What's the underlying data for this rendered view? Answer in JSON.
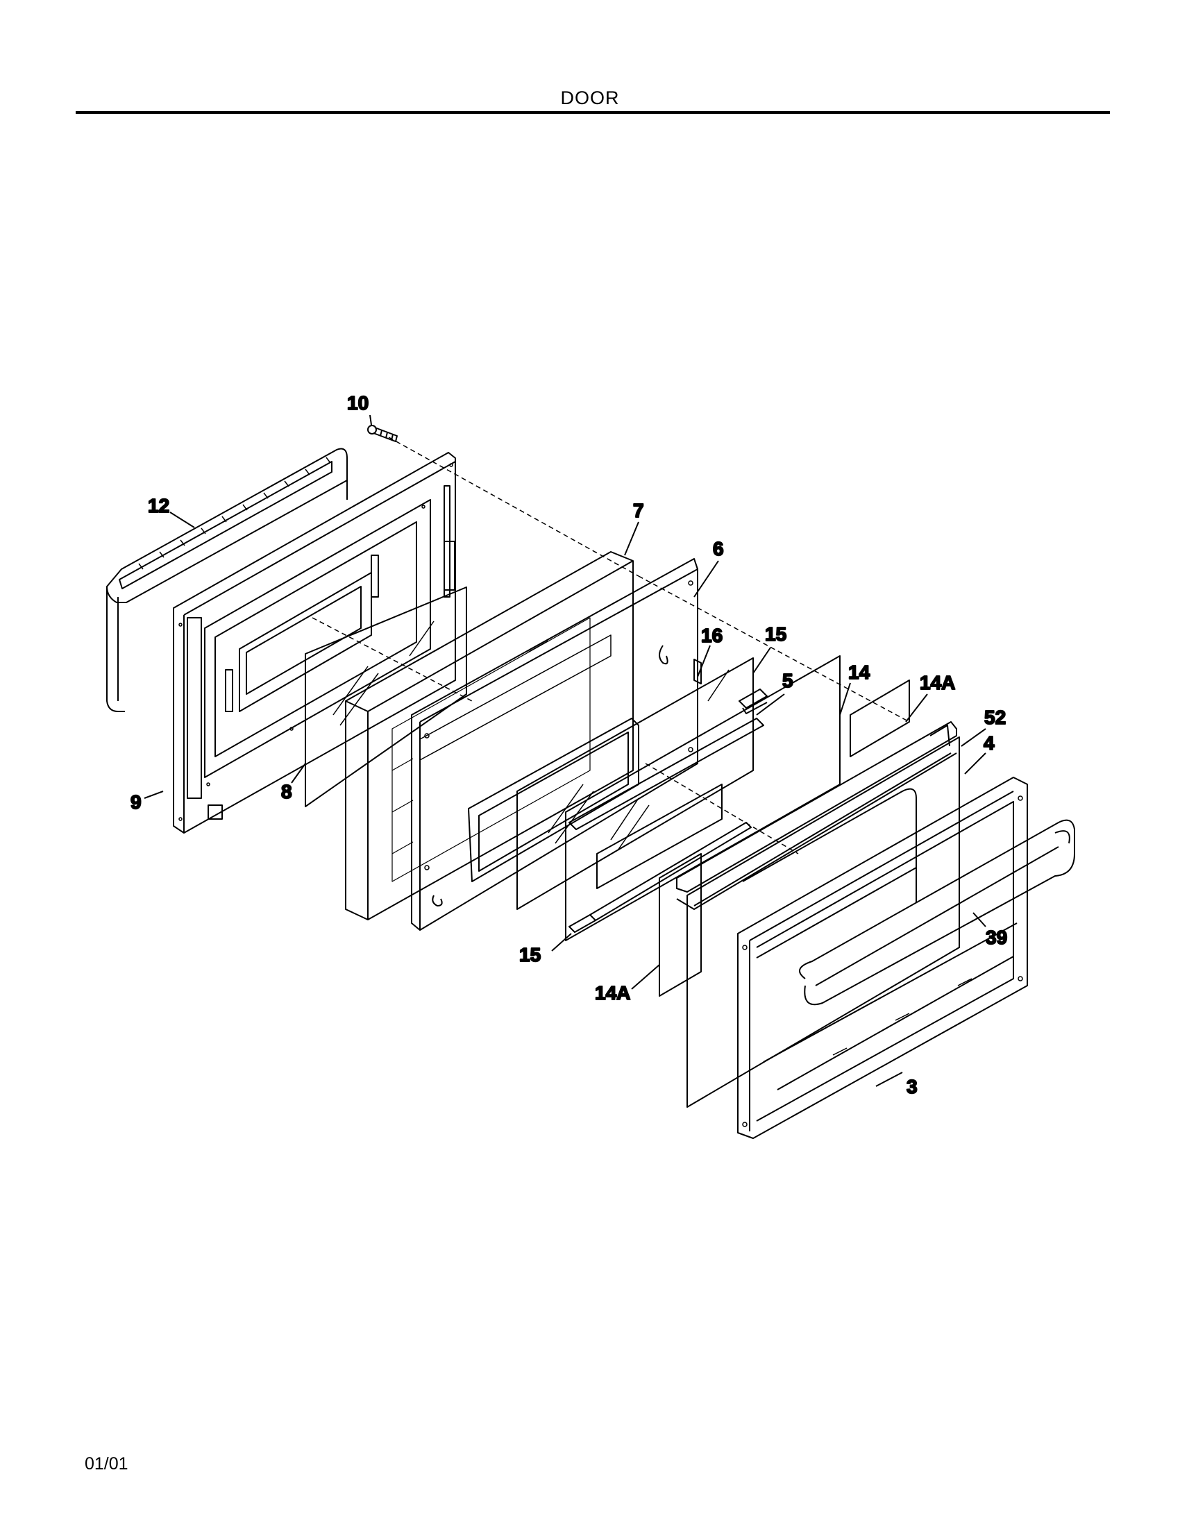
{
  "header": {
    "title": "DOOR"
  },
  "footer": {
    "date": "01/01"
  },
  "callouts": {
    "c10": "10",
    "c12": "12",
    "c7": "7",
    "c6": "6",
    "c16": "16",
    "c15a": "15",
    "c14": "14",
    "c5": "5",
    "c14Aa": "14A",
    "c52": "52",
    "c4": "4",
    "c9": "9",
    "c8": "8",
    "c39": "39",
    "c15b": "15",
    "c14Ab": "14A",
    "c3": "3"
  }
}
